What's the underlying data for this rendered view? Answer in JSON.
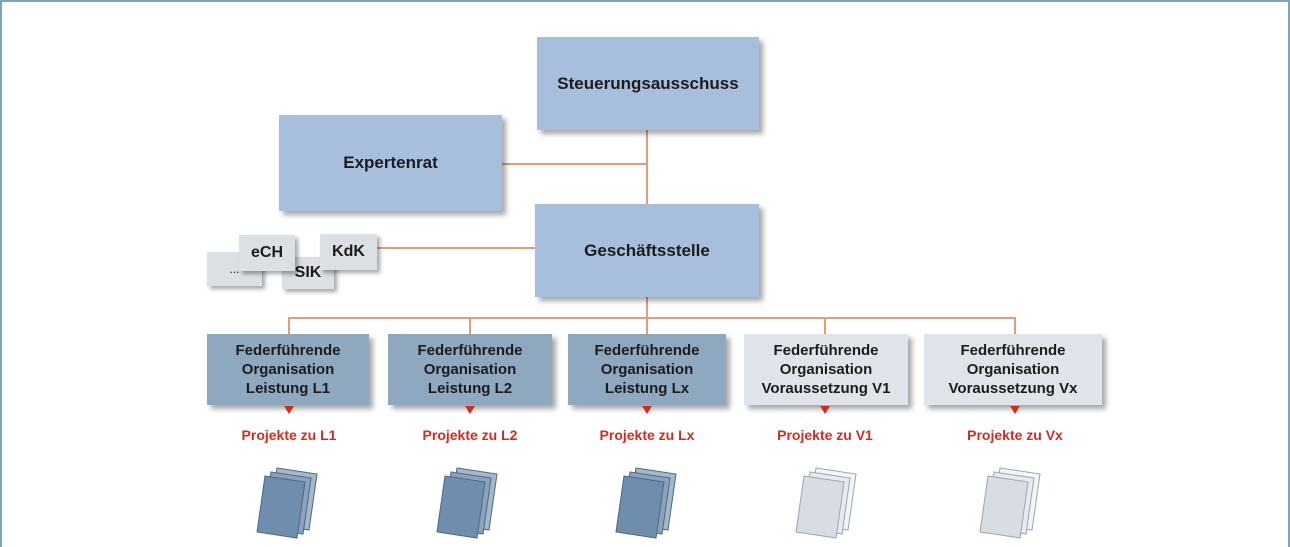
{
  "diagram": {
    "steering": "Steuerungsausschuss",
    "experts": "Expertenrat",
    "office": "Geschäftsstelle",
    "partners": [
      "eCH",
      "KdK",
      "SIK",
      "..."
    ],
    "organisations": [
      {
        "lines": [
          "Federführende",
          "Organisation",
          "Leistung L1"
        ],
        "projects": "Projekte zu L1",
        "style": "dark"
      },
      {
        "lines": [
          "Federführende",
          "Organisation",
          "Leistung L2"
        ],
        "projects": "Projekte zu L2",
        "style": "dark"
      },
      {
        "lines": [
          "Federführende",
          "Organisation",
          "Leistung Lx"
        ],
        "projects": "Projekte zu Lx",
        "style": "dark"
      },
      {
        "lines": [
          "Federführende",
          "Organisation",
          "Voraussetzung V1"
        ],
        "projects": "Projekte zu V1",
        "style": "light"
      },
      {
        "lines": [
          "Federführende",
          "Organisation",
          "Voraussetzung Vx"
        ],
        "projects": "Projekte zu Vx",
        "style": "light"
      }
    ],
    "icon": "document-stack-icon",
    "colors": {
      "connector": "#e89a7a",
      "projects": "#d62a1f",
      "box_top": "#a7bedd",
      "box_dark": "#8ea8bf",
      "box_light": "#dfe4ea"
    }
  }
}
